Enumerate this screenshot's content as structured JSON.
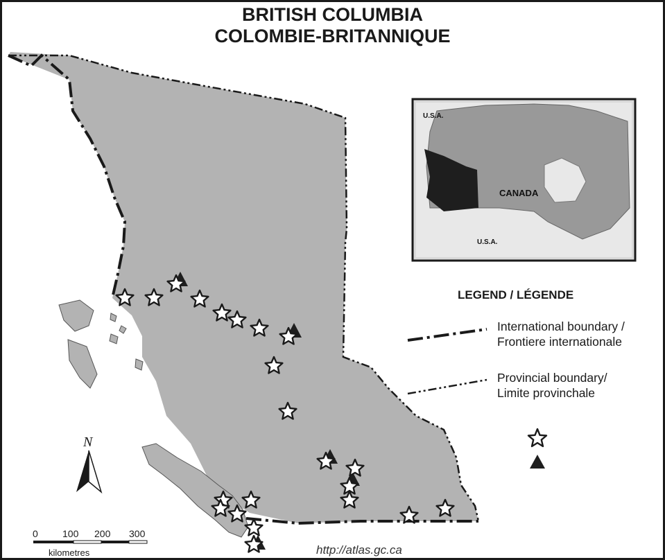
{
  "title": {
    "line1": "BRITISH COLUMBIA",
    "line2": "COLOMBIE-BRITANNIQUE"
  },
  "inset": {
    "label_usa_top": "U.S.A.",
    "label_canada": "CANADA",
    "label_usa_bottom": "U.S.A."
  },
  "legend": {
    "title": "LEGEND / LÉGENDE",
    "international_boundary": "International boundary /",
    "international_boundary_fr": "Frontiere internationale",
    "provincial_boundary": "Provincial boundary/",
    "provincial_boundary_fr": "Limite provinchale",
    "star_symbol": "star-icon",
    "triangle_symbol": "triangle-icon"
  },
  "north_arrow": {
    "label": "N"
  },
  "scale_bar": {
    "ticks": [
      "0",
      "100",
      "200",
      "300"
    ],
    "unit": "kilometres"
  },
  "source_url": "http://atlas.gc.ca",
  "colors": {
    "land": "#b3b3b3",
    "highlight": "#1e1e1e",
    "star_fill": "#ffffff",
    "triangle_fill": "#1e1e1e",
    "boundary": "#1a1a1a"
  }
}
